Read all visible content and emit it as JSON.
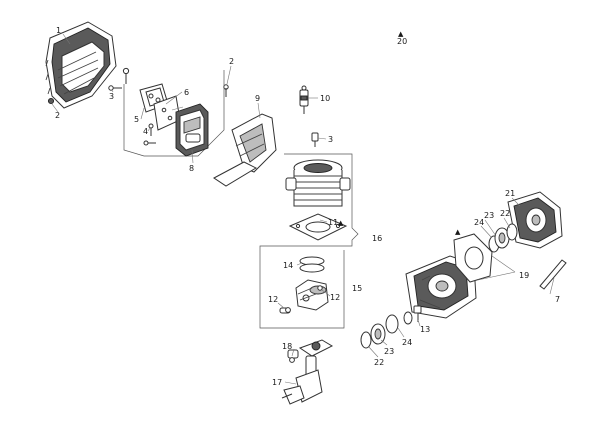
{
  "diagram": {
    "type": "exploded-parts-view",
    "callouts": {
      "c1": "1",
      "c2a": "2",
      "c2b": "2",
      "c3a": "3",
      "c3b": "3",
      "c4": "4",
      "c5": "5",
      "c6": "6",
      "c7": "7",
      "c8": "8",
      "c9": "9",
      "c10": "10",
      "c11": "11",
      "c12a": "12",
      "c12b": "12",
      "c13": "13",
      "c14": "14",
      "c15": "15",
      "c16": "16",
      "c17": "17",
      "c18": "18",
      "c19": "19",
      "c20": "20",
      "c21": "21",
      "c22a": "22",
      "c22b": "22",
      "c23a": "23",
      "c23b": "23",
      "c24a": "24",
      "c24b": "24"
    },
    "marks": {
      "triangle": "▲"
    }
  }
}
